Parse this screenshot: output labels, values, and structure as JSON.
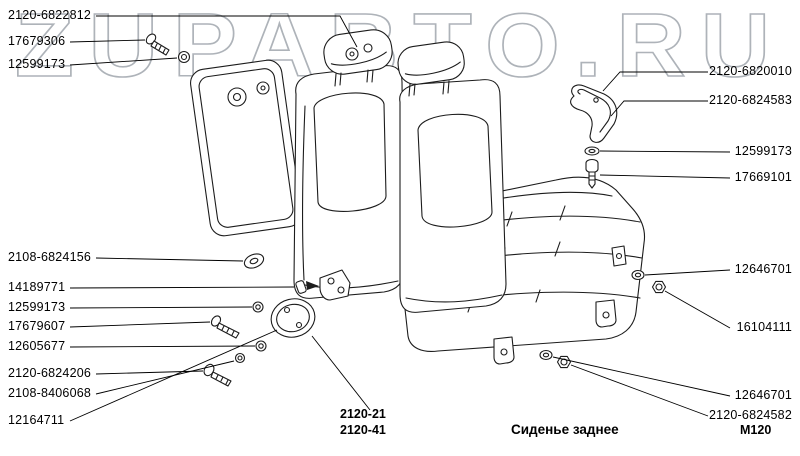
{
  "watermark": "ZUPABTO.RU",
  "labels": {
    "left": [
      "2120-6822812",
      "17679306",
      "12599173",
      "2108-6824156",
      "14189771",
      "12599173",
      "17679607",
      "12605677",
      "2120-6824206",
      "2108-8406068",
      "12164711"
    ],
    "right": [
      "2120-6820010",
      "2120-6824583",
      "12599173",
      "17669101",
      "12646701",
      "16104111",
      "12646701",
      "2120-6824582"
    ]
  },
  "footer": {
    "model_code_1": "2120-21",
    "model_code_2": "2120-41",
    "caption": "Сиденье заднее",
    "page_code": "M120"
  }
}
